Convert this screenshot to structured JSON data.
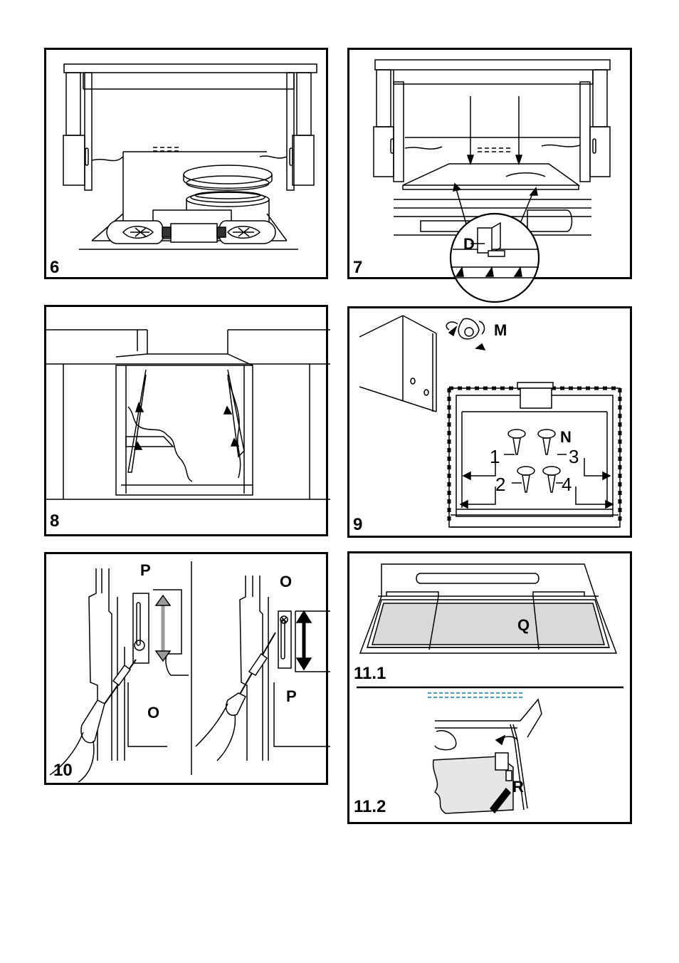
{
  "figures": {
    "fig6": {
      "number": "6"
    },
    "fig7": {
      "number": "7",
      "label_d": "D"
    },
    "fig8": {
      "number": "8"
    },
    "fig9": {
      "number": "9",
      "label_m": "M",
      "label_n": "N",
      "steps": [
        "1",
        "2",
        "3",
        "4"
      ]
    },
    "fig10": {
      "number": "10",
      "label_p_left": "P",
      "label_o_left": "O",
      "label_o_right": "O",
      "label_p_right": "P"
    },
    "fig11": {
      "number_1": "11.1",
      "number_2": "11.2",
      "label_q": "Q",
      "label_r": "R"
    }
  },
  "colors": {
    "line": "#000000",
    "filter_fill": "#d9d9d9",
    "grease_blue": "#3aa0e0",
    "arrow_gray": "#9a9a9a"
  }
}
